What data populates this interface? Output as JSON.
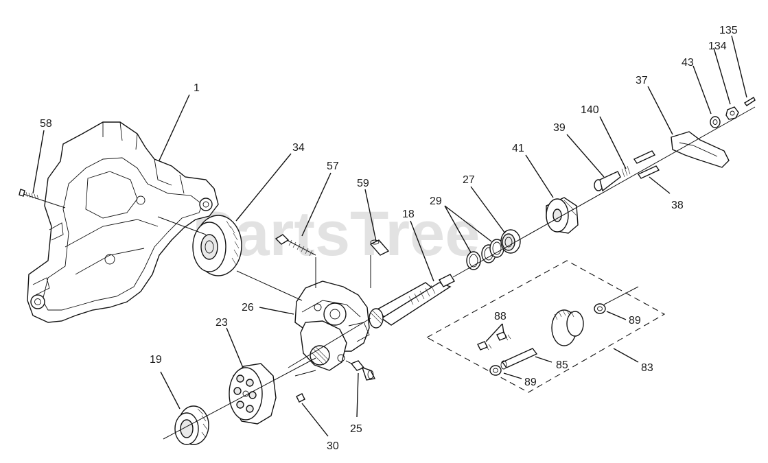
{
  "watermark": "PartsTree",
  "callouts": [
    {
      "id": "c1",
      "label": "1"
    },
    {
      "id": "c58",
      "label": "58"
    },
    {
      "id": "c34",
      "label": "34"
    },
    {
      "id": "c57",
      "label": "57"
    },
    {
      "id": "c59",
      "label": "59"
    },
    {
      "id": "c18",
      "label": "18"
    },
    {
      "id": "c29",
      "label": "29"
    },
    {
      "id": "c27",
      "label": "27"
    },
    {
      "id": "c41",
      "label": "41"
    },
    {
      "id": "c39",
      "label": "39"
    },
    {
      "id": "c140",
      "label": "140"
    },
    {
      "id": "c37",
      "label": "37"
    },
    {
      "id": "c43",
      "label": "43"
    },
    {
      "id": "c134",
      "label": "134"
    },
    {
      "id": "c135",
      "label": "135"
    },
    {
      "id": "c38",
      "label": "38"
    },
    {
      "id": "c26",
      "label": "26"
    },
    {
      "id": "c23",
      "label": "23"
    },
    {
      "id": "c19",
      "label": "19"
    },
    {
      "id": "c30",
      "label": "30"
    },
    {
      "id": "c25",
      "label": "25"
    },
    {
      "id": "c88",
      "label": "88"
    },
    {
      "id": "c89a",
      "label": "89"
    },
    {
      "id": "c85",
      "label": "85"
    },
    {
      "id": "c89b",
      "label": "89"
    },
    {
      "id": "c83",
      "label": "83"
    }
  ]
}
